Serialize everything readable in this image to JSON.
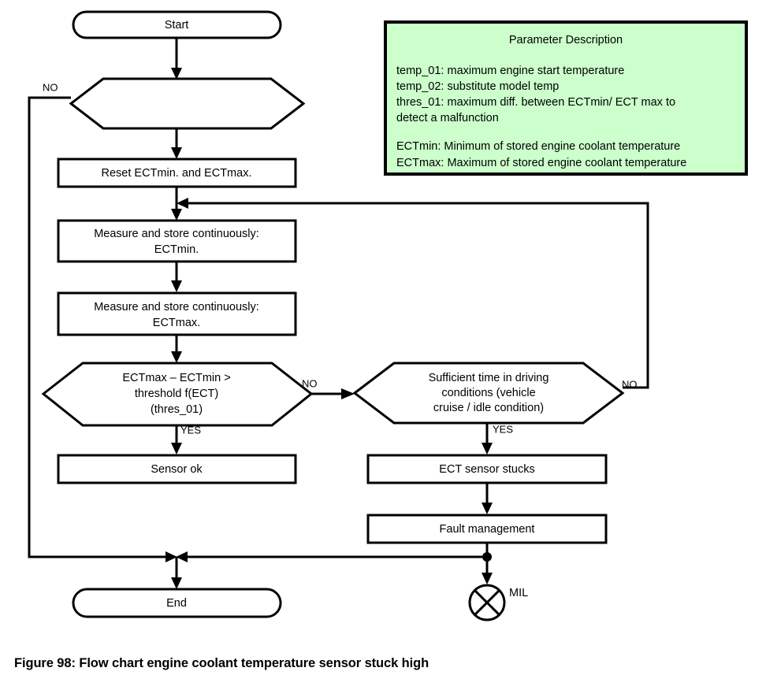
{
  "figure": {
    "caption": "Figure 98: Flow chart engine coolant temperature sensor stuck high",
    "background_color": "#ffffff",
    "line_color": "#000000"
  },
  "legend": {
    "title": "Parameter Description",
    "fill_color": "#ccffcc",
    "border_color": "#000000",
    "lines": [
      "temp_01: maximum engine start temperature",
      "temp_02: substitute model temp",
      "thres_01: maximum diff. between ECTmin/ ECT max to",
      "detect a malfunction",
      "",
      "ECTmin: Minimum of stored engine coolant temperature",
      "ECTmax: Maximum of stored engine coolant temperature"
    ]
  },
  "chart_data": {
    "type": "diagram",
    "diagram_kind": "flowchart",
    "title": "Flow chart engine coolant temperature sensor stuck high",
    "nodes": [
      {
        "id": "start",
        "shape": "terminator",
        "label": "Start"
      },
      {
        "id": "cond_entry",
        "shape": "decision",
        "label": ""
      },
      {
        "id": "reset",
        "shape": "process",
        "label": "Reset ECTmin. and ECTmax."
      },
      {
        "id": "measure_min",
        "shape": "process",
        "label_lines": [
          "Measure and store continuously:",
          "ECTmin."
        ]
      },
      {
        "id": "measure_max",
        "shape": "process",
        "label_lines": [
          "Measure and store continuously:",
          "ECTmax."
        ]
      },
      {
        "id": "cond_threshold",
        "shape": "decision",
        "label_lines": [
          "ECTmax – ECTmin >",
          "threshold f(ECT)",
          "(thres_01)"
        ]
      },
      {
        "id": "cond_driving",
        "shape": "decision",
        "label_lines": [
          "Sufficient time in driving",
          "conditions (vehicle",
          "cruise / idle condition)"
        ]
      },
      {
        "id": "sensor_ok",
        "shape": "process",
        "label": "Sensor ok"
      },
      {
        "id": "sensor_stucks",
        "shape": "process",
        "label": "ECT sensor stucks"
      },
      {
        "id": "fault_management",
        "shape": "process",
        "label": "Fault management"
      },
      {
        "id": "end",
        "shape": "terminator",
        "label": "End"
      },
      {
        "id": "mil",
        "shape": "mil-lamp",
        "label": "MIL"
      }
    ],
    "edges": [
      {
        "from": "start",
        "to": "cond_entry",
        "label": ""
      },
      {
        "from": "cond_entry",
        "to": "end",
        "label": "NO"
      },
      {
        "from": "cond_entry",
        "to": "reset",
        "label": ""
      },
      {
        "from": "reset",
        "to": "measure_min",
        "label": ""
      },
      {
        "from": "measure_min",
        "to": "measure_max",
        "label": ""
      },
      {
        "from": "measure_max",
        "to": "cond_threshold",
        "label": ""
      },
      {
        "from": "cond_threshold",
        "to": "sensor_ok",
        "label": "YES"
      },
      {
        "from": "cond_threshold",
        "to": "cond_driving",
        "label": "NO"
      },
      {
        "from": "cond_driving",
        "to": "sensor_stucks",
        "label": "YES"
      },
      {
        "from": "cond_driving",
        "to": "measure_min",
        "label": "NO"
      },
      {
        "from": "sensor_ok",
        "to": "end",
        "label": ""
      },
      {
        "from": "sensor_stucks",
        "to": "fault_management",
        "label": ""
      },
      {
        "from": "fault_management",
        "to": "mil",
        "label": ""
      }
    ]
  },
  "labels": {
    "start": "Start",
    "entry_condition": "",
    "reset": "Reset ECTmin. and ECTmax.",
    "measure_min_l1": "Measure and store continuously:",
    "measure_min_l2": "ECTmin.",
    "measure_max_l1": "Measure and store continuously:",
    "measure_max_l2": "ECTmax.",
    "threshold_l1": "ECTmax – ECTmin >",
    "threshold_l2": "threshold f(ECT)",
    "threshold_l3": "(thres_01)",
    "driving_l1": "Sufficient time in driving",
    "driving_l2": "conditions (vehicle",
    "driving_l3": "cruise / idle condition)",
    "sensor_ok": "Sensor ok",
    "sensor_stucks": "ECT sensor stucks",
    "fault_management": "Fault management",
    "end": "End",
    "mil": "MIL"
  },
  "branch_labels": {
    "entry_no": "NO",
    "threshold_yes": "YES",
    "threshold_no": "NO",
    "driving_yes": "YES",
    "driving_no": "NO"
  }
}
